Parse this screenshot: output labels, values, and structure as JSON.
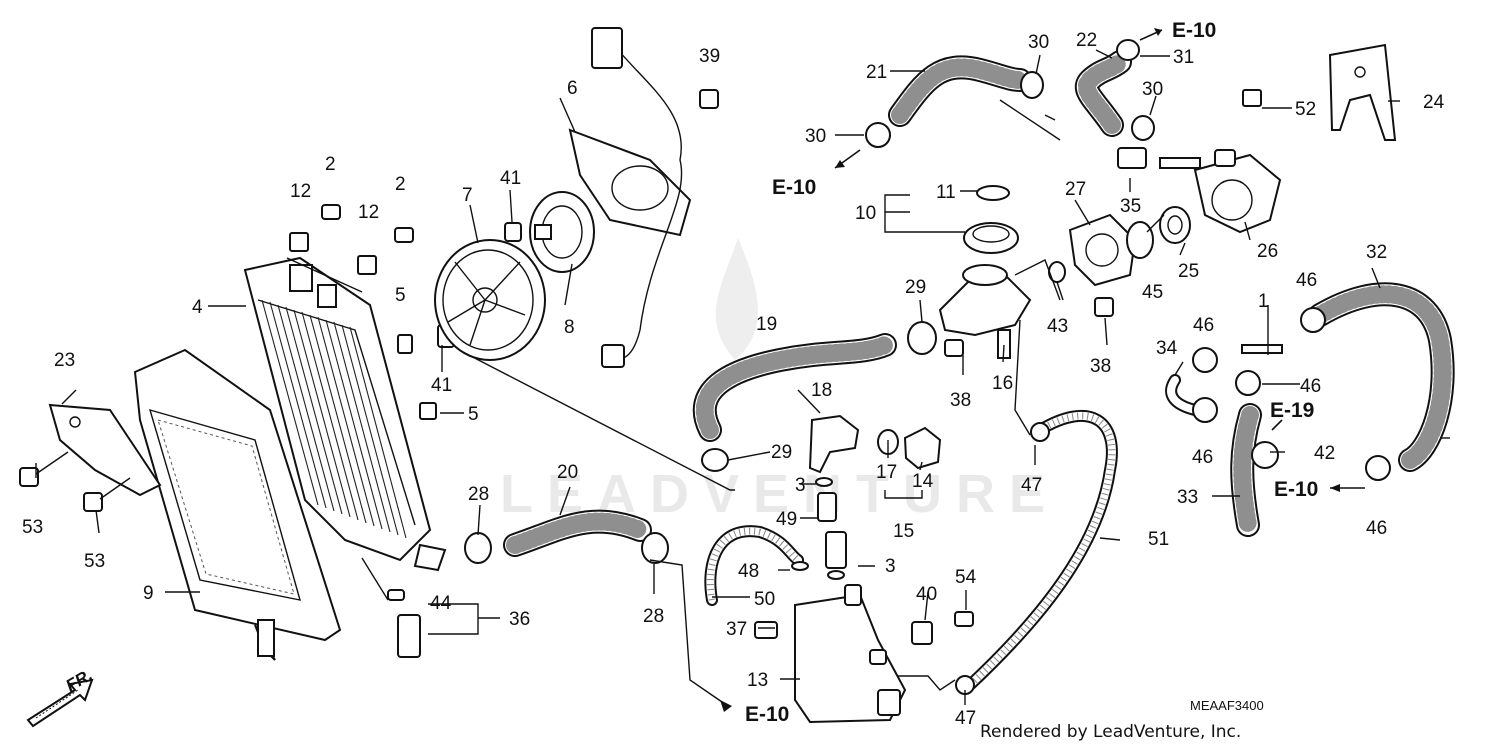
{
  "labels": {
    "p1": "1",
    "p2a": "2",
    "p2b": "2",
    "p3a": "3",
    "p3b": "3",
    "p4": "4",
    "p5a": "5",
    "p5b": "5",
    "p6": "6",
    "p7": "7",
    "p8": "8",
    "p9": "9",
    "p10": "10",
    "p11": "11",
    "p12a": "12",
    "p12b": "12",
    "p13": "13",
    "p14": "14",
    "p15": "15",
    "p16": "16",
    "p17": "17",
    "p18": "18",
    "p19": "19",
    "p20": "20",
    "p21": "21",
    "p22": "22",
    "p23": "23",
    "p24": "24",
    "p25": "25",
    "p26": "26",
    "p27": "27",
    "p28a": "28",
    "p28b": "28",
    "p29a": "29",
    "p29b": "29",
    "p30a": "30",
    "p30b": "30",
    "p30c": "30",
    "p31": "31",
    "p32": "32",
    "p33": "33",
    "p34": "34",
    "p35": "35",
    "p36": "36",
    "p37": "37",
    "p38a": "38",
    "p38b": "38",
    "p39": "39",
    "p40": "40",
    "p41a": "41",
    "p41b": "41",
    "p42": "42",
    "p43": "43",
    "p44": "44",
    "p45": "45",
    "p46a": "46",
    "p46b": "46",
    "p46c": "46",
    "p46d": "46",
    "p46e": "46",
    "p47a": "47",
    "p47b": "47",
    "p48": "48",
    "p49": "49",
    "p50": "50",
    "p51": "51",
    "p52": "52",
    "p53a": "53",
    "p53b": "53",
    "p54": "54"
  },
  "refs": {
    "e10_top": "E-10",
    "e10_left": "E-10",
    "e10_bottom": "E-10",
    "e10_right": "E-10",
    "e19": "E-19"
  },
  "front_marker": "FR.",
  "diagram_code": "MEAAF3400",
  "credit": "Rendered by LeadVenture, Inc.",
  "watermark": "LEADVENTURE"
}
